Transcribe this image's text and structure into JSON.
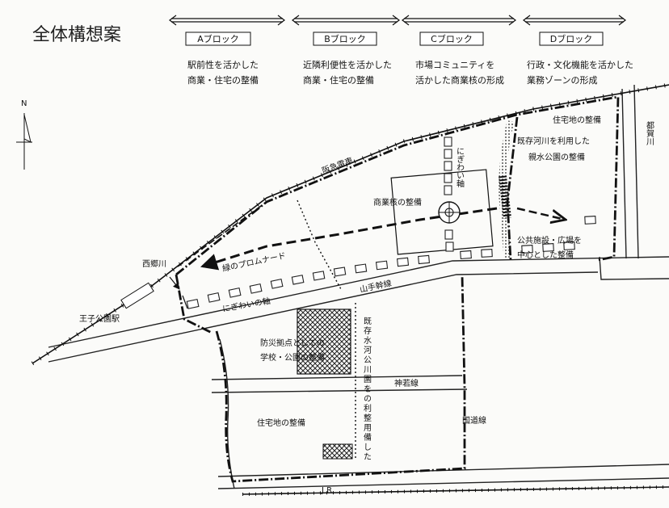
{
  "title": "全体構想案",
  "north": "N",
  "blocks": [
    {
      "name": "Aブロック",
      "desc1": "駅前性を活かした",
      "desc2": "商業・住宅の整備"
    },
    {
      "name": "Bブロック",
      "desc1": "近隣利便性を活かした",
      "desc2": "商業・住宅の整備"
    },
    {
      "name": "Cブロック",
      "desc1": "市場コミュニティを",
      "desc2": "活かした商業核の形成"
    },
    {
      "name": "Dブロック",
      "desc1": "行政・文化機能を活かした",
      "desc2": "業務ゾーンの形成"
    }
  ],
  "labels": {
    "hankyu": "阪急電車",
    "nigiwai_jiku_v": "にぎわい軸",
    "shogyo_kaku": "商業核の整備",
    "jutaku_ne": "住宅地の整備",
    "kizon_shinsui_1": "既存河川を利用した",
    "kizon_shinsui_2": "親水公園の整備",
    "tsugamo_river": "都賀川",
    "koukyou_1": "公共施設・広場を",
    "koukyou_2": "中心とした整備",
    "promenade": "緑のプロムナード",
    "nigiwai_jiku_h": "にぎわいの軸",
    "yamate": "山手幹線",
    "saigou_river": "西郷川",
    "oji_station": "王子公園駅",
    "bousai_1": "防災拠点としての",
    "bousai_2": "学校・公園の整備",
    "kizon_suika_v": "既存水河公川園をの利整用備した",
    "kanjaku": "神若線",
    "jutaku_sw": "住宅地の整備",
    "kokudou": "国道線",
    "jr": "J R"
  }
}
